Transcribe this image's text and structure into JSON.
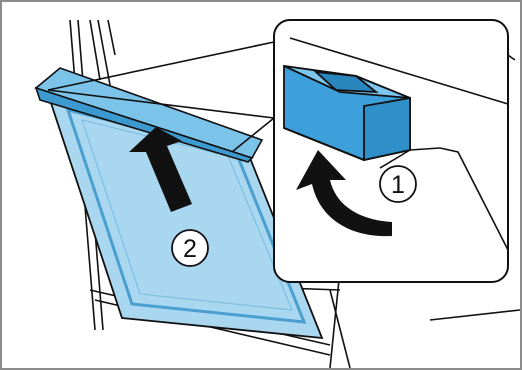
{
  "steps": [
    {
      "number": "1",
      "action": "release-catch"
    },
    {
      "number": "2",
      "action": "lift-panel"
    }
  ],
  "colors": {
    "frame": "#8c8c8c",
    "glass_panel": "#a9d7f0",
    "glass_edge": "#4a9fce",
    "catch_button": "#3da0da",
    "outline": "#111111",
    "arrow": "#111111"
  },
  "icons": [
    "curved-arrow-icon",
    "up-arrow-icon"
  ]
}
